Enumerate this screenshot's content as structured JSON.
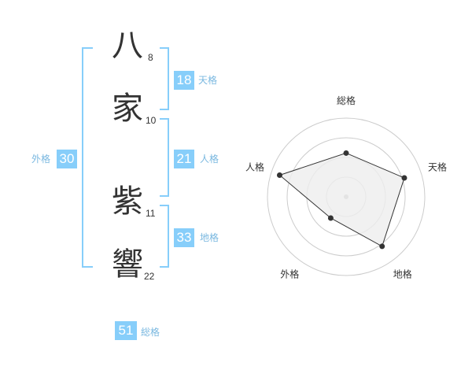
{
  "name": {
    "chars": [
      {
        "char": "八",
        "strokes": "8"
      },
      {
        "char": "家",
        "strokes": "10"
      },
      {
        "char": "紫",
        "strokes": "11"
      },
      {
        "char": "響",
        "strokes": "22"
      }
    ]
  },
  "kakaku": {
    "ten": {
      "value": "18",
      "label": "天格"
    },
    "jin": {
      "value": "21",
      "label": "人格"
    },
    "chi": {
      "value": "33",
      "label": "地格"
    },
    "gai": {
      "value": "30",
      "label": "外格"
    },
    "sou": {
      "value": "51",
      "label": "総格"
    }
  },
  "chart_data": {
    "type": "radar",
    "axes": [
      "総格",
      "天格",
      "地格",
      "外格",
      "人格"
    ],
    "scale_rings": 4,
    "values": [
      2.5,
      3.5,
      3.5,
      1.5,
      4.0
    ],
    "max": 4.5,
    "colors": {
      "fill": "#eeeeee",
      "line": "#333333",
      "ring": "#cccccc",
      "center": "#bbbbbb"
    }
  }
}
